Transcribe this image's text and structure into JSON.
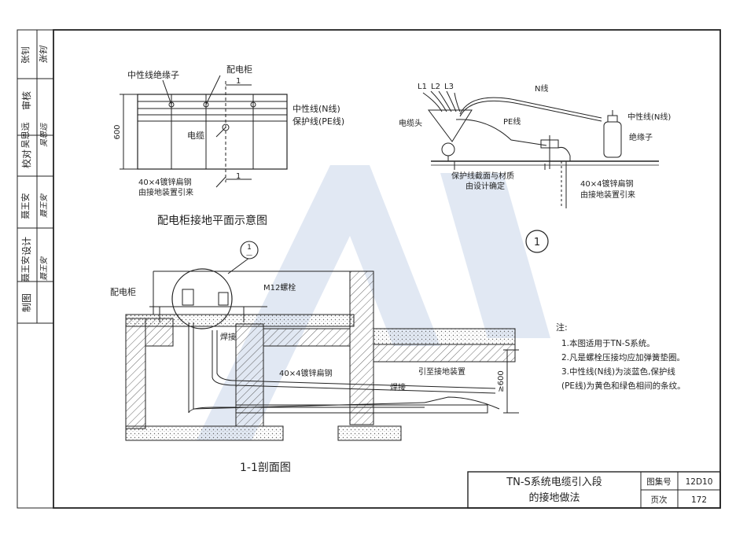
{
  "sidebar": {
    "rows": [
      {
        "role": "制图",
        "person": "",
        "signature": ""
      },
      {
        "role": "设计",
        "person": "聂王安",
        "signature": "聂王安"
      },
      {
        "role": "校对",
        "person": "聂王安",
        "signature": "聂王安"
      },
      {
        "role": "审核",
        "person": "吴恩远",
        "signature": "吴恩远"
      },
      {
        "role": "",
        "person": "张钊",
        "signature": "张钊"
      }
    ]
  },
  "plan": {
    "title": "配电柜接地平面示意图",
    "labels": {
      "neutral_insulator": "中性线绝缘子",
      "cabinet": "配电柜",
      "neutral_line": "中性线(N线)",
      "pe_line": "保护线(PE线)",
      "cable": "电缆",
      "flat_steel": "40×4镀锌扁钢",
      "from_ground": "由接地装置引来",
      "dim_600": "600",
      "section_mark_top": "1",
      "section_mark_bottom": "1"
    }
  },
  "detail": {
    "number": "1",
    "labels": {
      "l1": "L1",
      "l2": "L2",
      "l3": "L3",
      "n_line": "N线",
      "cable_head": "电缆头",
      "pe_line": "PE线",
      "neutral_line": "中性线(N线)",
      "insulator": "绝缘子",
      "pe_section_1": "保护线截面与材质",
      "pe_section_2": "由设计确定",
      "flat_steel": "40×4镀锌扁钢",
      "from_ground": "由接地装置引来"
    }
  },
  "section": {
    "title": "1-1剖面图",
    "labels": {
      "bubble_top": "1",
      "bubble_bottom": "—",
      "cabinet": "配电柜",
      "bolt": "M12螺栓",
      "weld_1": "焊接",
      "flat_steel": "40×4镀锌扁钢",
      "to_ground": "引至接地装置",
      "weld_2": "焊接",
      "dim_600": "≥600"
    }
  },
  "notes": {
    "heading": "注:",
    "items": [
      "1.本图适用于TN-S系统。",
      "2.凡是螺栓压接均应加弹簧垫圈。",
      "3.中性线(N线)为淡蓝色,保护线",
      "(PE线)为黄色和绿色相间的条纹。"
    ]
  },
  "title_block": {
    "title_line1": "TN-S系统电缆引入段",
    "title_line2": "的接地做法",
    "atlas_label": "图集号",
    "atlas_value": "12D10",
    "page_label": "页次",
    "page_value": "172"
  },
  "colors": {
    "line": "#222222",
    "watermark": "#c9d6ea",
    "hatch": "#555555"
  }
}
